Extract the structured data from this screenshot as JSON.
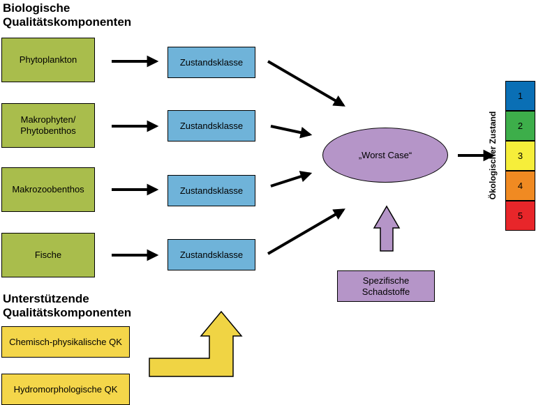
{
  "headings": {
    "bio_l1": "Biologische",
    "bio_l2": "Qualitätskomponenten",
    "sup_l1": "Unterstützende",
    "sup_l2": "Qualitätskomponenten"
  },
  "bio_components": [
    {
      "l1": "Phytoplankton",
      "l2": ""
    },
    {
      "l1": "Makrophyten/",
      "l2": "Phytobenthos"
    },
    {
      "l1": "Makrozoobenthos",
      "l2": ""
    },
    {
      "l1": "Fische",
      "l2": ""
    }
  ],
  "zustandsklasse": [
    "Zustandsklasse",
    "Zustandsklasse",
    "Zustandsklasse",
    "Zustandsklasse"
  ],
  "support_components": [
    "Chemisch-physikalische QK",
    "Hydromorphologische QK"
  ],
  "worst_case": "„Worst Case“",
  "schadstoffe": {
    "l1": "Spezifische",
    "l2": "Schadstoffe"
  },
  "scale_label": "Ökologischer Zustand",
  "scale": [
    {
      "label": "1",
      "color": "#0a6fb5"
    },
    {
      "label": "2",
      "color": "#3dae4a"
    },
    {
      "label": "3",
      "color": "#f6ee3a"
    },
    {
      "label": "4",
      "color": "#f08a22"
    },
    {
      "label": "5",
      "color": "#e8262a"
    }
  ],
  "colors": {
    "green": "#a9bd4c",
    "blue": "#6fb3d9",
    "yellow": "#f4d64a",
    "purple": "#b595c8"
  }
}
